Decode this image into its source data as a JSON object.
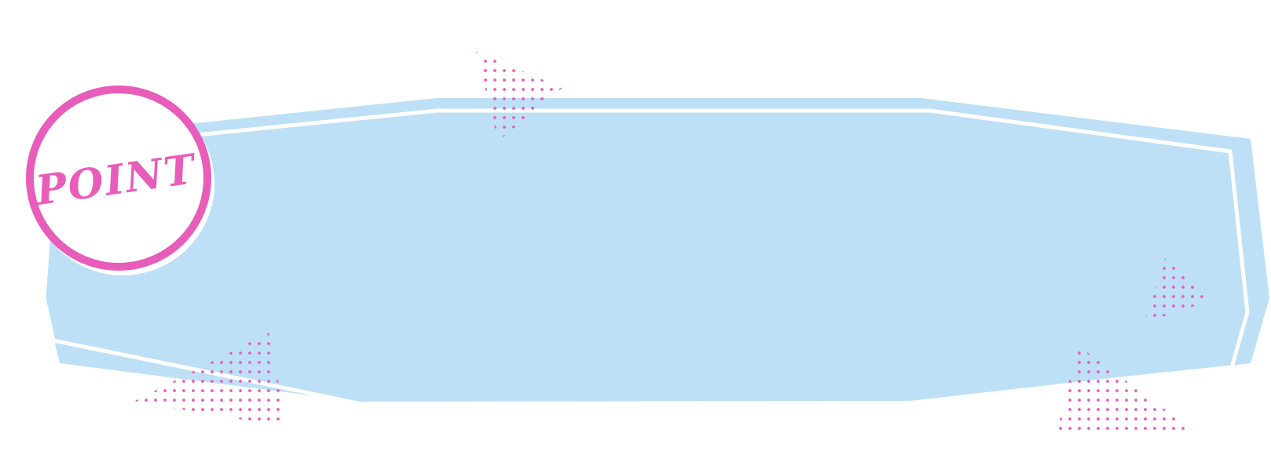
{
  "badge": {
    "label": "POINT"
  },
  "colors": {
    "panel": "#bde0f7",
    "accent": "#e85cba",
    "background": "#ffffff"
  },
  "decorations": {
    "pattern": "halftone-dots",
    "shape": "triangle"
  }
}
